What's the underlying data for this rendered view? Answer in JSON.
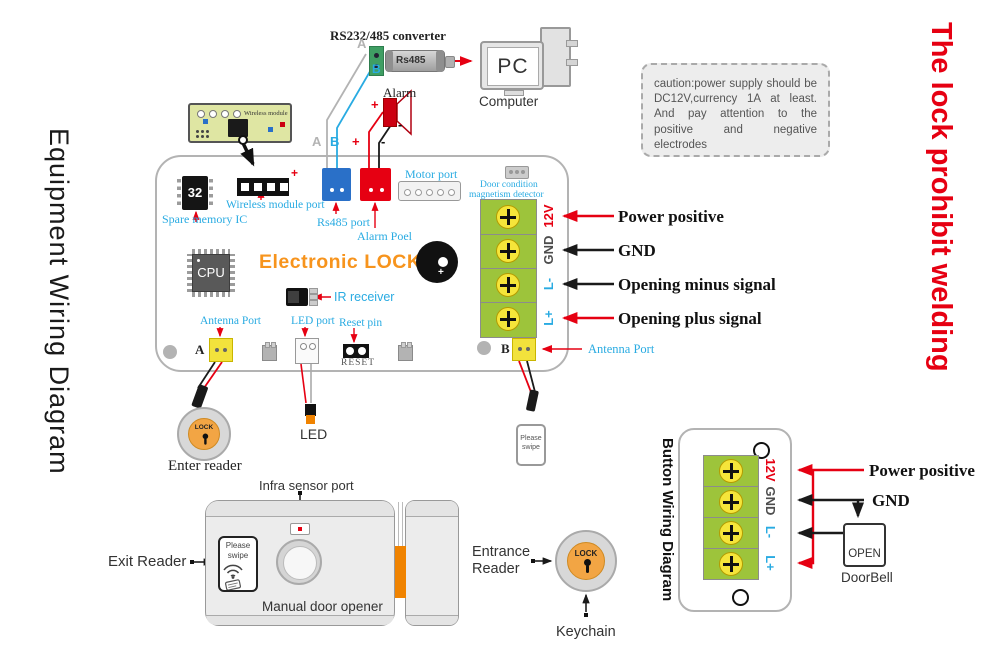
{
  "colors": {
    "accent_cyan": "#29abe2",
    "accent_red": "#e60012",
    "accent_orange": "#f7941d",
    "board_green": "#9dc43b",
    "warning_red": "#e60012"
  },
  "titles": {
    "left": "Equipment Wiring Diagram",
    "right_warning": "The lock prohibit welding"
  },
  "caution": {
    "text": "caution:power supply should be DC12V,currency 1A at least. And pay attention to the positive and negative electrodes"
  },
  "computer": {
    "converter_label": "RS232/485 converter",
    "rs485": "Rs485",
    "pc": "PC",
    "label": "Computer",
    "wire_a": "A",
    "wire_b": "B"
  },
  "alarm": {
    "label": "Alarm",
    "plus": "+",
    "minus": "-"
  },
  "wires": {
    "a": "A",
    "b": "B",
    "plus": "+",
    "minus": "-"
  },
  "wireless": {
    "label": "Wireless module"
  },
  "board": {
    "title": "Electronic LOCK",
    "cpu": "CPU",
    "memory_value": "32",
    "spare_memory": "Spare memory IC",
    "wireless_port": "Wireless module port",
    "wireless_port_plus": "+",
    "rs485_port": "Rs485 port",
    "alarm_port": "Alarm Poel",
    "motor_port": "Motor port",
    "door_detector_line1": "Door condition",
    "door_detector_line2": "magnetism detector",
    "ir_receiver": "IR receiver",
    "buzzer_plus": "+",
    "antenna_a_label": "Antenna Port",
    "led_port": "LED port",
    "reset_pin": "Reset pin",
    "reset": "RESET",
    "a": "A",
    "b": "B",
    "antenna_b_label": "Antenna Port",
    "terminals": [
      {
        "name": "12V",
        "signal": "Power positive"
      },
      {
        "name": "GND",
        "signal": "GND"
      },
      {
        "name": "L-",
        "signal": "Opening minus signal"
      },
      {
        "name": "L+",
        "signal": "Opening plus signal"
      }
    ]
  },
  "peripherals": {
    "enter_reader": "Enter reader",
    "enter_lock": "LOCK",
    "led": "LED",
    "swipe_card_line1": "Please",
    "swipe_card_line2": "swipe",
    "entrance_line1": "Entrance",
    "entrance_line2": "Reader",
    "entrance_lock": "LOCK",
    "keychain": "Keychain"
  },
  "lock_unit": {
    "infra": "Infra sensor port",
    "exit_reader": "Exit Reader",
    "swipe_line1": "Please",
    "swipe_line2": "swipe",
    "manual": "Manual door opener"
  },
  "button_diagram": {
    "title": "Button Wiring Diagram",
    "terminals": [
      {
        "name": "12V"
      },
      {
        "name": "GND"
      },
      {
        "name": "L-"
      },
      {
        "name": "L+"
      }
    ],
    "power_positive": "Power positive",
    "gnd": "GND",
    "open": "OPEN",
    "doorbell": "DoorBell"
  }
}
